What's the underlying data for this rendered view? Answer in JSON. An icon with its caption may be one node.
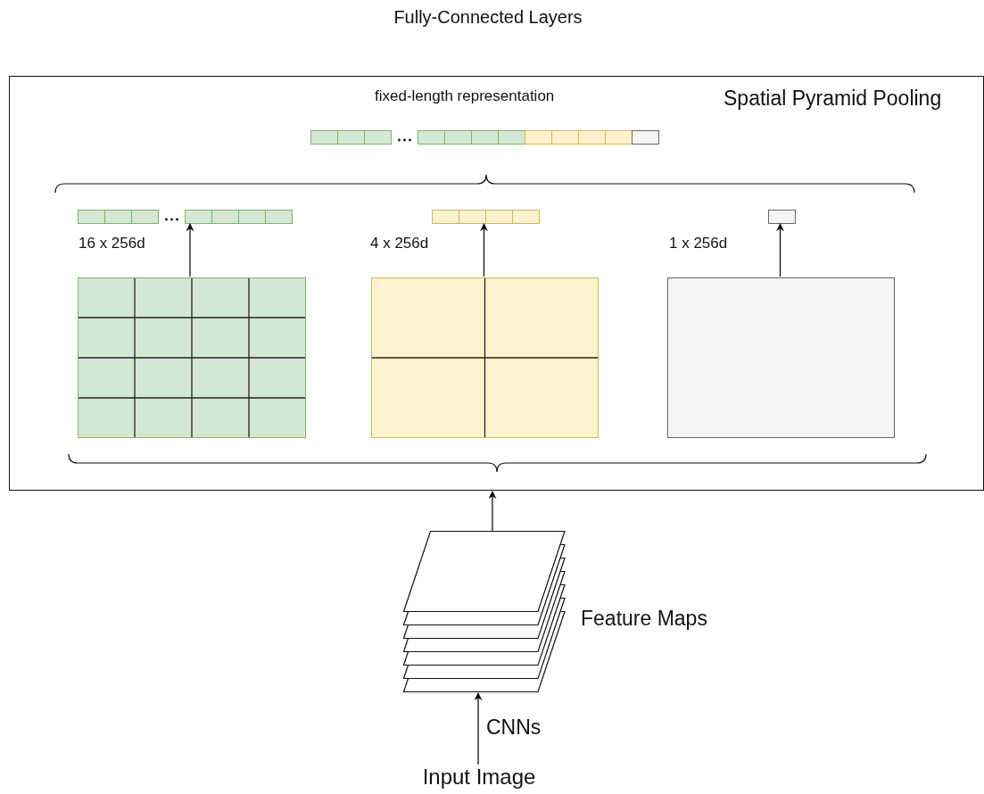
{
  "diagram": {
    "nodes": [
      {
        "text": [
          "Spatial Pyramid Pooling"
        ]
      },
      {
        "text": [],
        "shape": "bar",
        "in": 0,
        "beside": [
          "fixed-length representation"
        ]
      },
      {
        "text": [],
        "shape": "bar",
        "in": 0,
        "beside": [
          "16 x 256d"
        ]
      },
      {
        "text": [],
        "shape": "bar",
        "in": 0,
        "beside": [
          "4 x 256d"
        ]
      },
      {
        "text": [],
        "shape": "bar",
        "in": 0,
        "beside": [
          "1 x 256d"
        ]
      },
      {
        "text": [],
        "shape": "box",
        "in": 0
      },
      {
        "text": [],
        "shape": "box",
        "in": 0
      },
      {
        "text": [],
        "shape": "box",
        "in": 0
      },
      {
        "text": [],
        "shape": "box",
        "beside": [
          "Feature Maps"
        ]
      },
      {
        "text": [
          "Input Image"
        ]
      }
    ],
    "edges": [
      {
        "from": 5,
        "to": 2,
        "arrow": "to"
      },
      {
        "from": 6,
        "to": 3,
        "arrow": "to"
      },
      {
        "from": 7,
        "to": 4,
        "arrow": "to"
      },
      {
        "from": 8,
        "to": 0,
        "arrow": "to"
      },
      {
        "from": 9,
        "to": 8,
        "arrow": "to",
        "label": "CNNs"
      }
    ],
    "labels": [
      "Fully-Connected Layers"
    ]
  }
}
